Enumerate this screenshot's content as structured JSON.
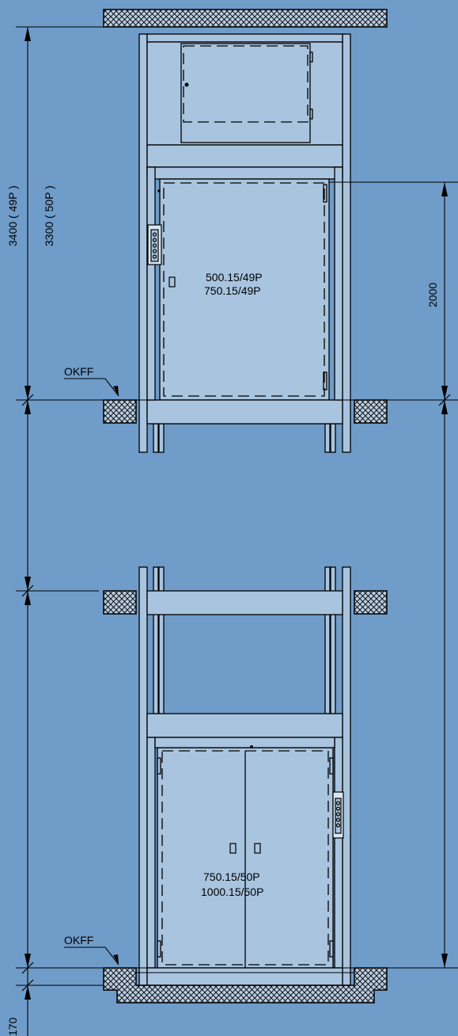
{
  "dimensions": {
    "height_49p": "3400 ( 49P )",
    "height_50p": "3300 ( 50P )",
    "door_height": "2000",
    "pit_depth": "170"
  },
  "floor_label_upper": "OKFF",
  "floor_label_lower": "OKFF",
  "upper_car": {
    "model_line_1": "500.15/49P",
    "model_line_2": "750.15/49P"
  },
  "lower_car": {
    "model_line_1": "750.15/50P",
    "model_line_2": "1000.15/50P"
  },
  "colors": {
    "background": "#6f9cc9",
    "panel": "#a8c4df",
    "line": "#000000"
  }
}
